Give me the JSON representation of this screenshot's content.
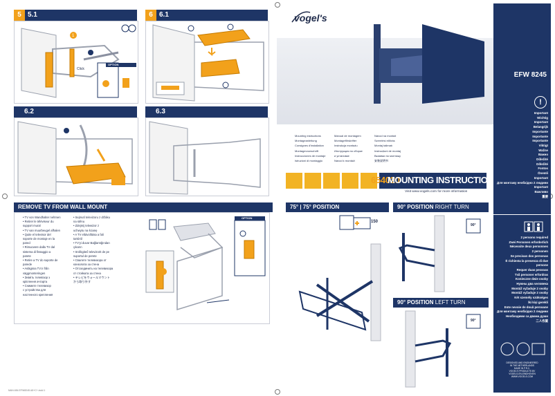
{
  "steps": [
    {
      "num": "5",
      "title": "5.1"
    },
    {
      "num": "6",
      "title": "6.1"
    },
    {
      "num": "",
      "title": "6.2"
    },
    {
      "num": "",
      "title": "6.3"
    }
  ],
  "labels": {
    "click": "Click",
    "option": "OPTION",
    "option2": "OPTION",
    "angle150": "150"
  },
  "remove_section": {
    "title": "REMOVE TV FROM WALL MOUNT",
    "col1": [
      "• TV von Wandhalter nehmen",
      "• Retirer le téléviseur du",
      "  support mural",
      "• TV van muurbeugel afhalen",
      "• Quite el televisor del",
      "  soporte de montaje en la",
      "  pared",
      "• Rimuovere dalla TV dal",
      "  sistema di fissaggio a",
      "  parete",
      "• Retire a TV do suporte de",
      "  parede",
      "• Avlägsna TV:n från",
      "  väggmonteringen",
      "• Зніміть телевізор з",
      "  кріплення ачтарта",
      "• Снимите телевизор",
      "  с устройства для",
      "  настенного крепления"
    ],
    "col2": [
      "• Sejmutí televizoru z držáku",
      "  na stěnu",
      "• Zdejmij telewizor z",
      "  uchwytu na ścianę",
      "• A TV eltávolítása a fali",
      "  tartóról",
      "• TV'yi duvar Bağlantığından",
      "  çıkarın",
      "• Sněbgiteő televizorit de pe",
      "  suportul de perete",
      "• Свалете телевизора от",
      "  конзолата за стена",
      "• Отсоединить на телевизора",
      "  от стойката за стена",
      "• テレビをウォールマウント",
      "  から取り外す"
    ]
  },
  "positions": {
    "p75": "75° | 75° POSITION",
    "p90r_bold": "90° POSITION",
    "p90r_rest": " RIGHT TURN",
    "p90l_bold": "90° POSITION",
    "p90l_rest": " LEFT TURN",
    "deg90a": "90°",
    "deg90b": "90°"
  },
  "cover": {
    "brand": "vogel's",
    "languages_col1": [
      "Mounting instructions",
      "Montageanleitung",
      "Consignes d'installation",
      "Montagevoorschrift",
      "Instrucciones de montaje",
      "Istruzioni di montaggio"
    ],
    "languages_col2": [
      "Manual de montagem",
      "Montagefőrskrifter",
      "Instrukcja montażu",
      "Инструкция по сборке",
      "и установке",
      "Návod k montáži"
    ],
    "languages_col3": [
      "Návod na montáž",
      "Szerelési előírás",
      "Montaj talimatı",
      "Instrucțiuni de montaj",
      "Вказівки по монтажу",
      "安装说明书"
    ],
    "code": "654020",
    "title": "MOUNTING INSTRUCTIONS",
    "visit": "Visit www.vogels.com for more information"
  },
  "sidebar": {
    "model": "EFW 8245",
    "important": [
      "Important",
      "Wichtig",
      "Important",
      "Belangrijk",
      "Importante",
      "Importante",
      "Importante",
      "Viktigt",
      "Wažne",
      "Важно",
      "Důležité",
      "Dôležité",
      "Fontos",
      "Önemli",
      "Important",
      "Для монтажу необхідно 2 людини Important",
      "Важливо",
      "重要"
    ],
    "persons": [
      "2 persons required",
      "Zwei Personen erforderlich",
      "Nécessite deux personnes",
      "2 personen",
      "Se precisan dos personas",
      "È richiesta la presenza di due persone",
      "Requer duas pessoas",
      "Två personer erfordras",
      "Konieczne dwie osoby",
      "Нужны два человека",
      "Montáž vyžaduje 2 osoby",
      "Montáž vyžaduje 2 osoby",
      "Két személy szükséges",
      "İki kişi gerekli",
      "Este nevoie de două persoane",
      "Для монтажу необхідно 2 людини",
      "Необходими са двама души",
      "二人作業"
    ],
    "footer": [
      "DESIGNED AND ENGINEERED",
      "IN THE NETHERLANDS",
      "MADE IN P.R.C.",
      "VOGEL'S PRODUCTS BV",
      "VOGELS-EN-EINDHOVEN",
      "WWW.VOGELS.COM"
    ]
  },
  "footer_left": "MAN.654 EFW8245 A5+C+.indd 1"
}
